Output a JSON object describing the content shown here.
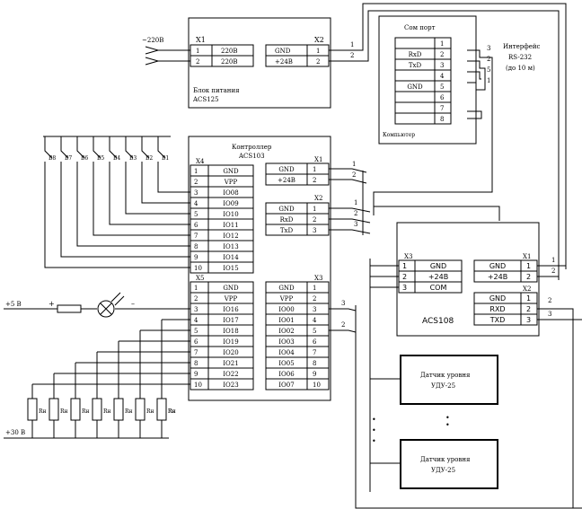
{
  "power_unit": {
    "title": "Блок питания",
    "model": "ACS125",
    "x1_label": "X1",
    "x2_label": "X2",
    "x1_pins": [
      "1",
      "2"
    ],
    "x1_signals": [
      "220В",
      "220В"
    ],
    "x2_pins": [
      "1",
      "2"
    ],
    "x2_signals": [
      "GND",
      "+24В"
    ],
    "input_label": "~220В"
  },
  "computer": {
    "title": "Сом порт",
    "caption": "Компьютер",
    "pins": [
      "1",
      "2",
      "3",
      "4",
      "5",
      "6",
      "7",
      "8"
    ],
    "signals": [
      "",
      "RxD",
      "TxD",
      "",
      "GND",
      "",
      "",
      ""
    ]
  },
  "interface": {
    "name": "Интерфейс",
    "standard": "RS-232",
    "length": "(до 10 м)",
    "wire_nums": [
      "3",
      "2",
      "5",
      "1"
    ]
  },
  "controller": {
    "title": "Контроллер",
    "model": "ACS103",
    "x1_label": "X1",
    "x1_pins": [
      "1",
      "2"
    ],
    "x1_signals": [
      "GND",
      "+24В"
    ],
    "x2_label": "X2",
    "x2_pins": [
      "1",
      "2",
      "3"
    ],
    "x2_signals": [
      "GND",
      "RxD",
      "TxD"
    ],
    "x3_label": "X3",
    "x3_pins": [
      "1",
      "2",
      "3",
      "4",
      "5",
      "6",
      "7",
      "8",
      "9",
      "10"
    ],
    "x3_signals": [
      "GND",
      "VPP",
      "IO00",
      "IO01",
      "IO02",
      "IO03",
      "IO04",
      "IO05",
      "IO06",
      "IO07"
    ],
    "x4_label": "X4",
    "x4_pins": [
      "1",
      "2",
      "3",
      "4",
      "5",
      "6",
      "7",
      "8",
      "9",
      "10"
    ],
    "x4_signals": [
      "GND",
      "VPP",
      "IO08",
      "IO09",
      "IO10",
      "IO11",
      "IO12",
      "IO13",
      "IO14",
      "IO15"
    ],
    "x5_label": "X5",
    "x5_pins": [
      "1",
      "2",
      "3",
      "4",
      "5",
      "6",
      "7",
      "8",
      "9",
      "10"
    ],
    "x5_signals": [
      "GND",
      "VPP",
      "IO16",
      "IO17",
      "IO18",
      "IO19",
      "IO20",
      "IO21",
      "IO22",
      "IO23"
    ]
  },
  "buttons": [
    "В8",
    "В7",
    "В6",
    "В5",
    "В4",
    "В3",
    "В2",
    "В1"
  ],
  "resistor_label": "Rн",
  "supply_5v": "+5 В",
  "supply_30v": "+30 В",
  "plus_sign": "+",
  "minus_sign": "–",
  "acs108": {
    "name": "ACS108",
    "x3_label": "X3",
    "x3_pins": [
      "1",
      "2",
      "3"
    ],
    "x3_signals": [
      "GND",
      "+24В",
      "COM"
    ],
    "x1_label": "X1",
    "x1_pins": [
      "1",
      "2"
    ],
    "x1_signals": [
      "GND",
      "+24В"
    ],
    "x2_label": "X2",
    "x2_pins": [
      "1",
      "2",
      "3"
    ],
    "x2_signals": [
      "GND",
      "RXD",
      "TXD"
    ]
  },
  "sensors": [
    {
      "title": "Датчик уровня",
      "model": "УДУ-25"
    },
    {
      "title": "Датчик уровня",
      "model": "УДУ-25"
    }
  ],
  "wire_labels": {
    "power_out": [
      "1",
      "2"
    ],
    "ctrl_x1": [
      "1",
      "2"
    ],
    "ctrl_x2": [
      "1",
      "2",
      "3"
    ],
    "ctrl_x3": [
      "3",
      "2"
    ],
    "acs_x1": [
      "1",
      "2"
    ],
    "acs_x2": [
      "2",
      "3"
    ]
  },
  "dots": "•"
}
